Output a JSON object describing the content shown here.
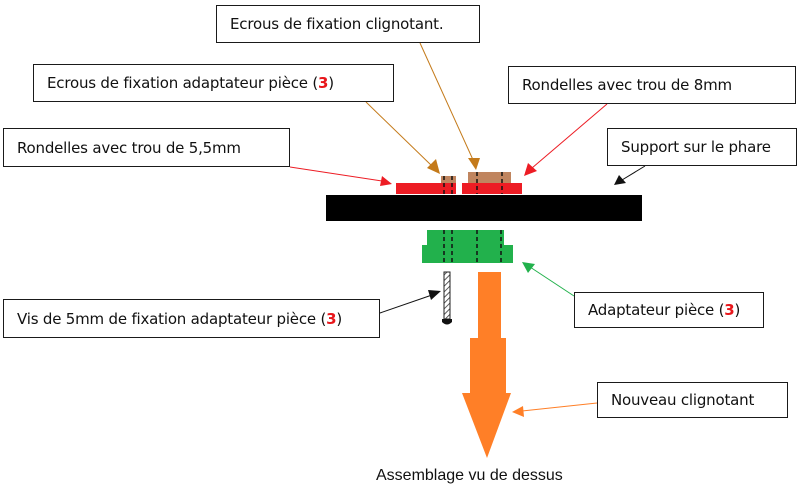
{
  "diagram": {
    "caption": "Assemblage vu de dessus",
    "colors": {
      "washer": "#ed1c24",
      "nut": "#c0855f",
      "support": "#000000",
      "adapter": "#22b14c",
      "blinker": "#ff7f27",
      "reference": "#e8161b"
    },
    "callouts": {
      "ecrous_clignotant": {
        "text": "Ecrous de fixation clignotant."
      },
      "ecrous_adaptateur": {
        "text": "Ecrous de fixation adaptateur pièce (",
        "ref": "3",
        "suffix": ")"
      },
      "rondelles_55": {
        "text": "Rondelles avec trou de 5,5mm"
      },
      "rondelles_8": {
        "text": "Rondelles avec trou de 8mm"
      },
      "support": {
        "text": "Support sur le phare"
      },
      "vis": {
        "text": "Vis de 5mm de fixation adaptateur pièce (",
        "ref": "3",
        "suffix": ")"
      },
      "adaptateur": {
        "text": "Adaptateur pièce (",
        "ref": "3",
        "suffix": ")"
      },
      "nouveau": {
        "text": "Nouveau clignotant"
      }
    },
    "components": [
      "washer-5-5mm",
      "washer-8mm",
      "nut-adapter",
      "nut-blinker",
      "headlight-support",
      "part-adapter",
      "screw-5mm",
      "new-blinker"
    ]
  }
}
